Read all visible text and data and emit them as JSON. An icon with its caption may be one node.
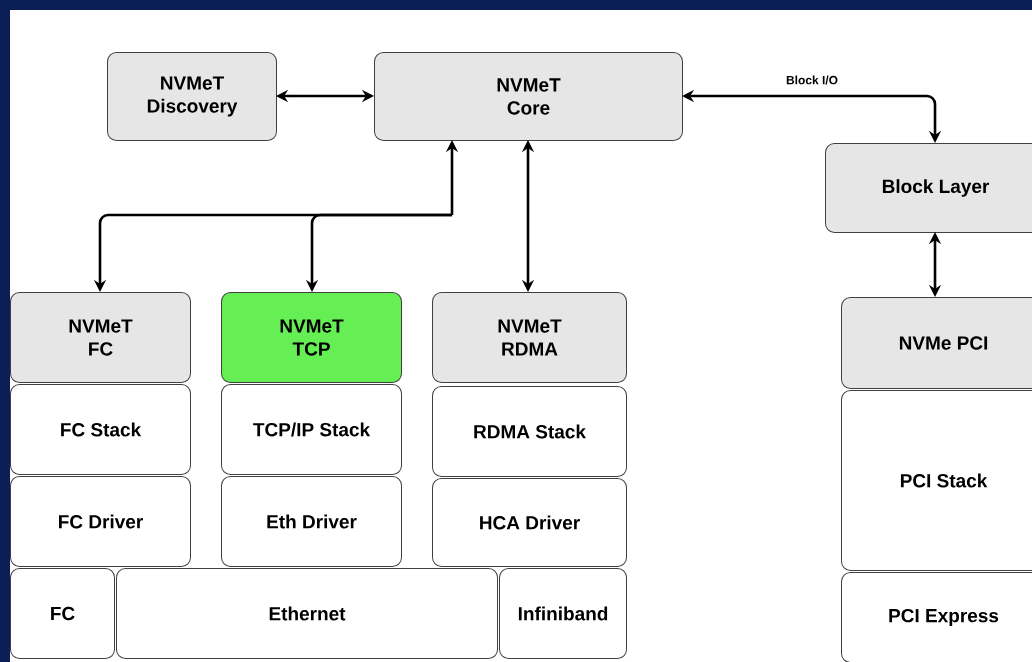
{
  "diagram": {
    "nodes": [
      {
        "text": [
          "NVMeT Discovery"
        ]
      },
      {
        "text": [
          "NVMeT Core"
        ]
      },
      {
        "text": [
          "Block Layer"
        ]
      },
      {
        "text": [
          "NVMeT FC"
        ]
      },
      {
        "text": [
          "NVMeT TCP"
        ]
      },
      {
        "text": [
          "NVMeT RDMA"
        ]
      },
      {
        "text": [
          "NVMe PCI"
        ]
      },
      {
        "text": [
          "FC Stack"
        ]
      },
      {
        "text": [
          "TCP/IP Stack"
        ]
      },
      {
        "text": [
          "RDMA Stack"
        ]
      },
      {
        "text": [
          "PCI Stack"
        ]
      },
      {
        "text": [
          "FC Driver"
        ]
      },
      {
        "text": [
          "Eth Driver"
        ]
      },
      {
        "text": [
          "HCA Driver"
        ]
      },
      {
        "text": [
          "PCI Express"
        ]
      },
      {
        "text": [
          "FC"
        ]
      },
      {
        "text": [
          "Ethernet"
        ]
      },
      {
        "text": [
          "Infiniband"
        ]
      }
    ],
    "edges": [
      {
        "from": 0,
        "to": 1,
        "arrow": "both"
      },
      {
        "from": 1,
        "to": 2,
        "arrow": "both",
        "label": "Block I/O"
      },
      {
        "from": 1,
        "to": 3,
        "arrow": "both"
      },
      {
        "from": 1,
        "to": 4,
        "arrow": "both"
      },
      {
        "from": 1,
        "to": 5,
        "arrow": "both"
      },
      {
        "from": 2,
        "to": 6,
        "arrow": "both"
      }
    ]
  }
}
